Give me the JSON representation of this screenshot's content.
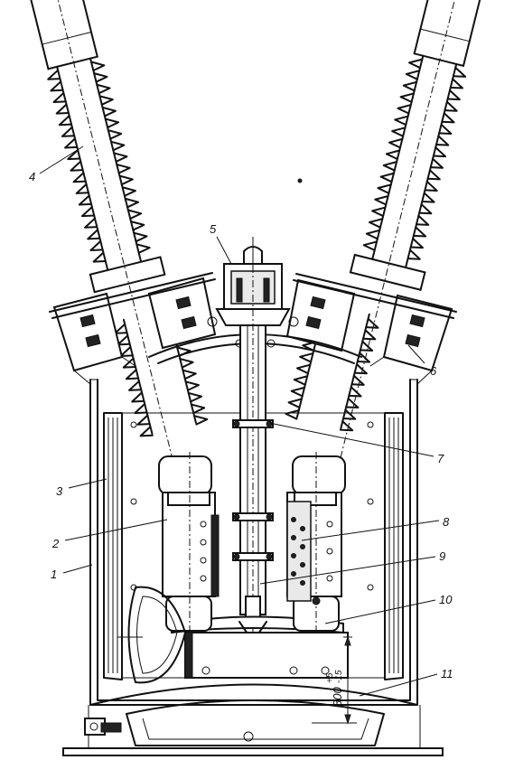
{
  "labels": {
    "l1": "1",
    "l2": "2",
    "l3": "3",
    "l4": "4",
    "l5": "5",
    "l6": "6",
    "l7": "7",
    "l8": "8",
    "l9": "9",
    "l10": "10",
    "l11": "11"
  },
  "dimension": {
    "base": "800",
    "tolerance_upper": "+5",
    "tolerance_lower": "-15"
  }
}
